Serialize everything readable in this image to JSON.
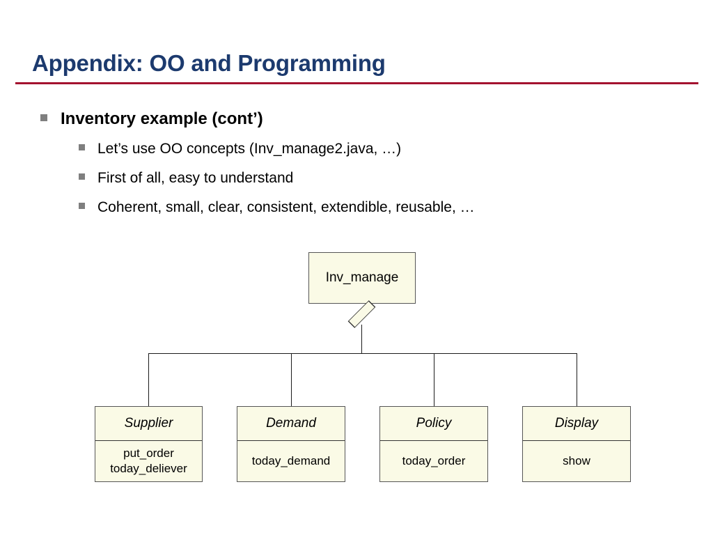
{
  "slide": {
    "title": "Appendix: OO and Programming",
    "rule_color": "#A4122F",
    "title_color": "#1C3A6E"
  },
  "bullets": {
    "level1": [
      {
        "text": "Inventory example (cont’)",
        "marker": "square-bullet"
      }
    ],
    "level2": [
      {
        "text": "Let’s use OO concepts (Inv_manage2.java, …)",
        "marker": "square-bullet"
      },
      {
        "text": "First of all, easy to understand",
        "marker": "square-bullet"
      },
      {
        "text": "Coherent, small, clear, consistent, extendible, reusable, …",
        "marker": "square-bullet"
      }
    ]
  },
  "diagram": {
    "type": "uml-class-diagram",
    "fill_color": "#FAFAE6",
    "border_color": "#555555",
    "relationship": "aggregation",
    "root": {
      "name": "Inv_manage",
      "operations": []
    },
    "children": [
      {
        "name": "Supplier",
        "operations": [
          "put_order",
          "today_deliever"
        ]
      },
      {
        "name": "Demand",
        "operations": [
          "today_demand"
        ]
      },
      {
        "name": "Policy",
        "operations": [
          "today_order"
        ]
      },
      {
        "name": "Display",
        "operations": [
          "show"
        ]
      }
    ]
  }
}
